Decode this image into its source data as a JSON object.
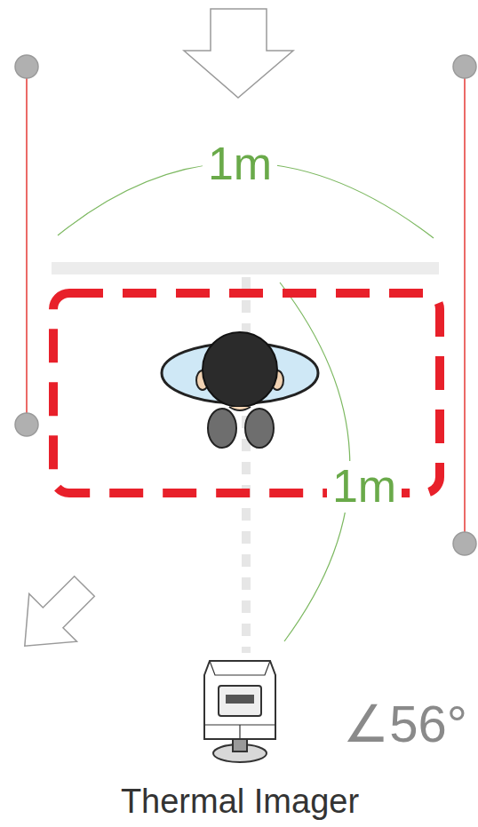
{
  "diagram": {
    "labels": [
      "1m",
      "1m",
      "∠56°",
      "Thermal Imager"
    ]
  }
}
